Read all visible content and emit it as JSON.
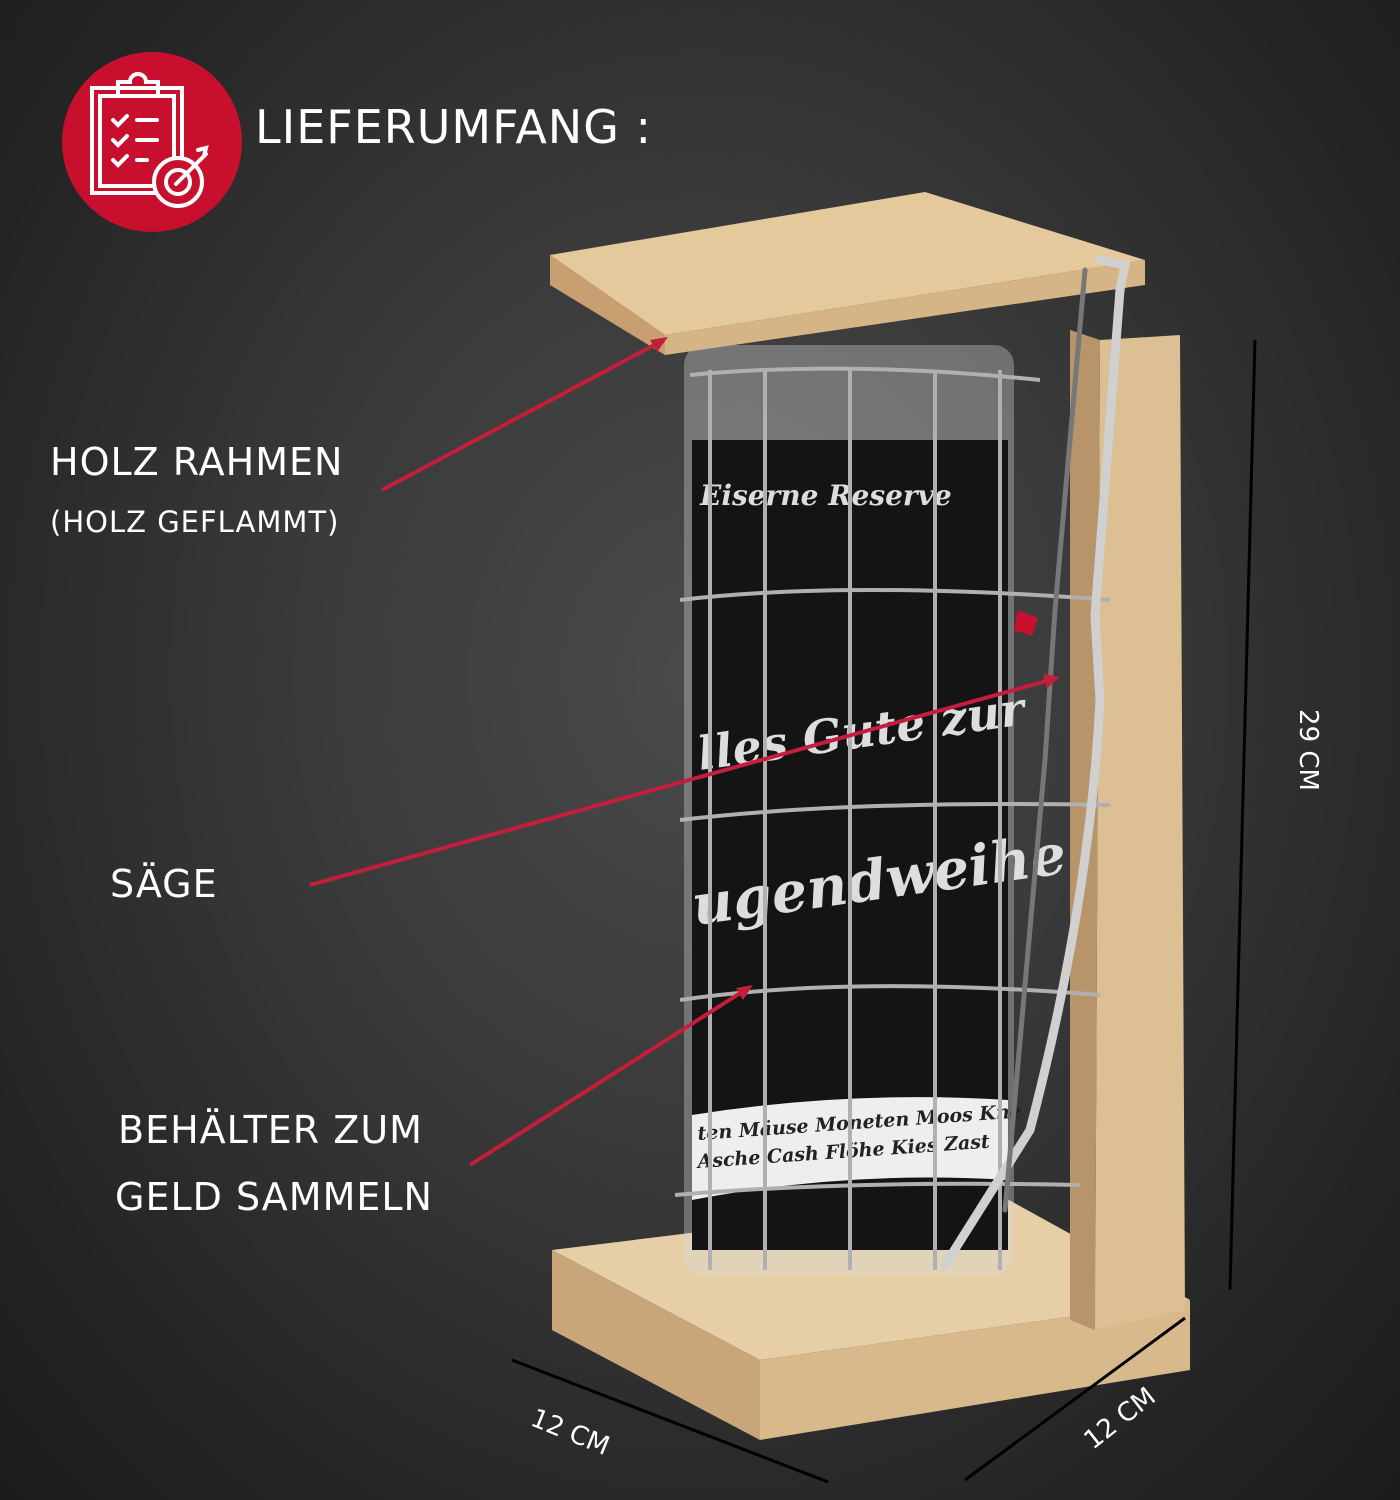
{
  "header": {
    "title": "LIEFERUMFANG :",
    "icon": "clipboard-target-icon",
    "accent": "#c8102e"
  },
  "labels": {
    "frame": "HOLZ RAHMEN",
    "frame_note": "(HOLZ GEFLAMMT)",
    "saw": "SÄGE",
    "container_line1": "BEHÄLTER ZUM",
    "container_line2": "GELD SAMMELN"
  },
  "dimensions": {
    "height": "29 CM",
    "width": "12 CM",
    "depth": "12 CM"
  },
  "product_label": {
    "line1": "Eiserne Reserve",
    "line2": "lles Gute zur",
    "line3": "ugendweihe",
    "band1": "ten Mäuse Moneten Moos Kne",
    "band2": "Asche Cash Flöhe Kies Zast"
  },
  "colors": {
    "arrow": "#c41e3a",
    "wood": "#e0c59a"
  }
}
